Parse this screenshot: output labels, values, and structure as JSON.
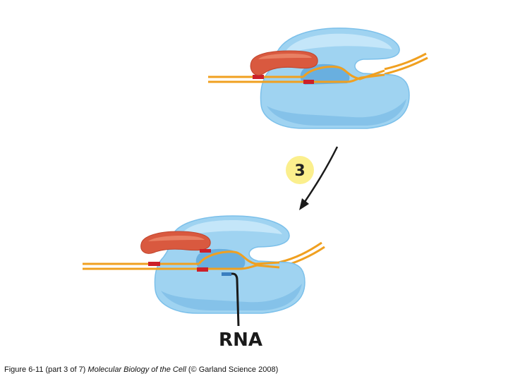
{
  "colors": {
    "polymerase": "#9fd3f1",
    "polymerase_shadow": "#6fb5e2",
    "polymerase_highlight": "#cdebfb",
    "dna": "#f0a020",
    "sigma_factor": "#d9593f",
    "promoter_mark": "#cc1f2a",
    "step_circle": "#fbef8d",
    "arrow": "#1a1a1a"
  },
  "step": {
    "number": "3"
  },
  "labels": {
    "rna": "RNA"
  },
  "caption": {
    "prefix": "Figure 6-11 (part 3 of 7)",
    "book_title": "Molecular Biology of the Cell",
    "suffix": "(© Garland Science 2008)"
  }
}
